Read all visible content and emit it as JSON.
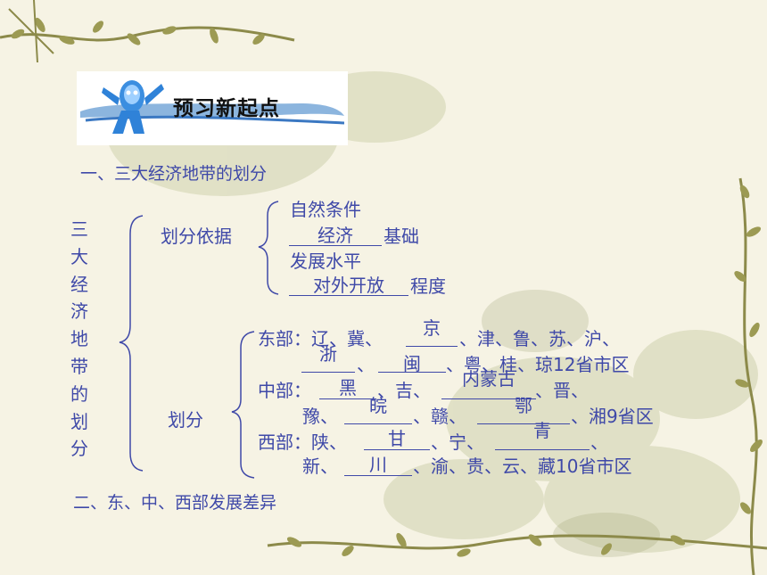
{
  "banner": {
    "title": "预习新起点"
  },
  "section1": "一、三大经济地带的划分",
  "vertical_chars": [
    "三",
    "大",
    "经",
    "济",
    "地",
    "带",
    "的",
    "划",
    "分"
  ],
  "basis": {
    "label": "划分依据",
    "l1": "自然条件",
    "a1": "经济",
    "l2_suffix": "基础",
    "l3": "发展水平",
    "a2": "对外开放",
    "l4_suffix": "程度"
  },
  "division": {
    "label": "划分",
    "east_prefix": "东部：辽、冀、",
    "east_a1": "京",
    "east_mid": "、津、鲁、苏、沪、",
    "east_a2": "浙",
    "sep": "、",
    "east_a3": "闽",
    "east_tail": "、粤、桂、琼12省市区",
    "central_prefix": "中部：",
    "central_a1": "黑",
    "central_mid": "、吉、",
    "central_a2": "内蒙古",
    "central_mid2": "、晋、",
    "central_l2_prefix": "豫、",
    "central_a3": "皖",
    "central_mid3": "、赣、",
    "central_a4": "鄂",
    "central_tail": "、湘9省区",
    "west_prefix": "西部：陕、",
    "west_a1": "甘",
    "west_mid": "、宁、",
    "west_a2": "青",
    "west_l2_prefix": "新、",
    "west_a3": "川",
    "west_tail": "、渝、贵、云、藏10省市区"
  },
  "section2": "二、东、中、西部发展差异"
}
